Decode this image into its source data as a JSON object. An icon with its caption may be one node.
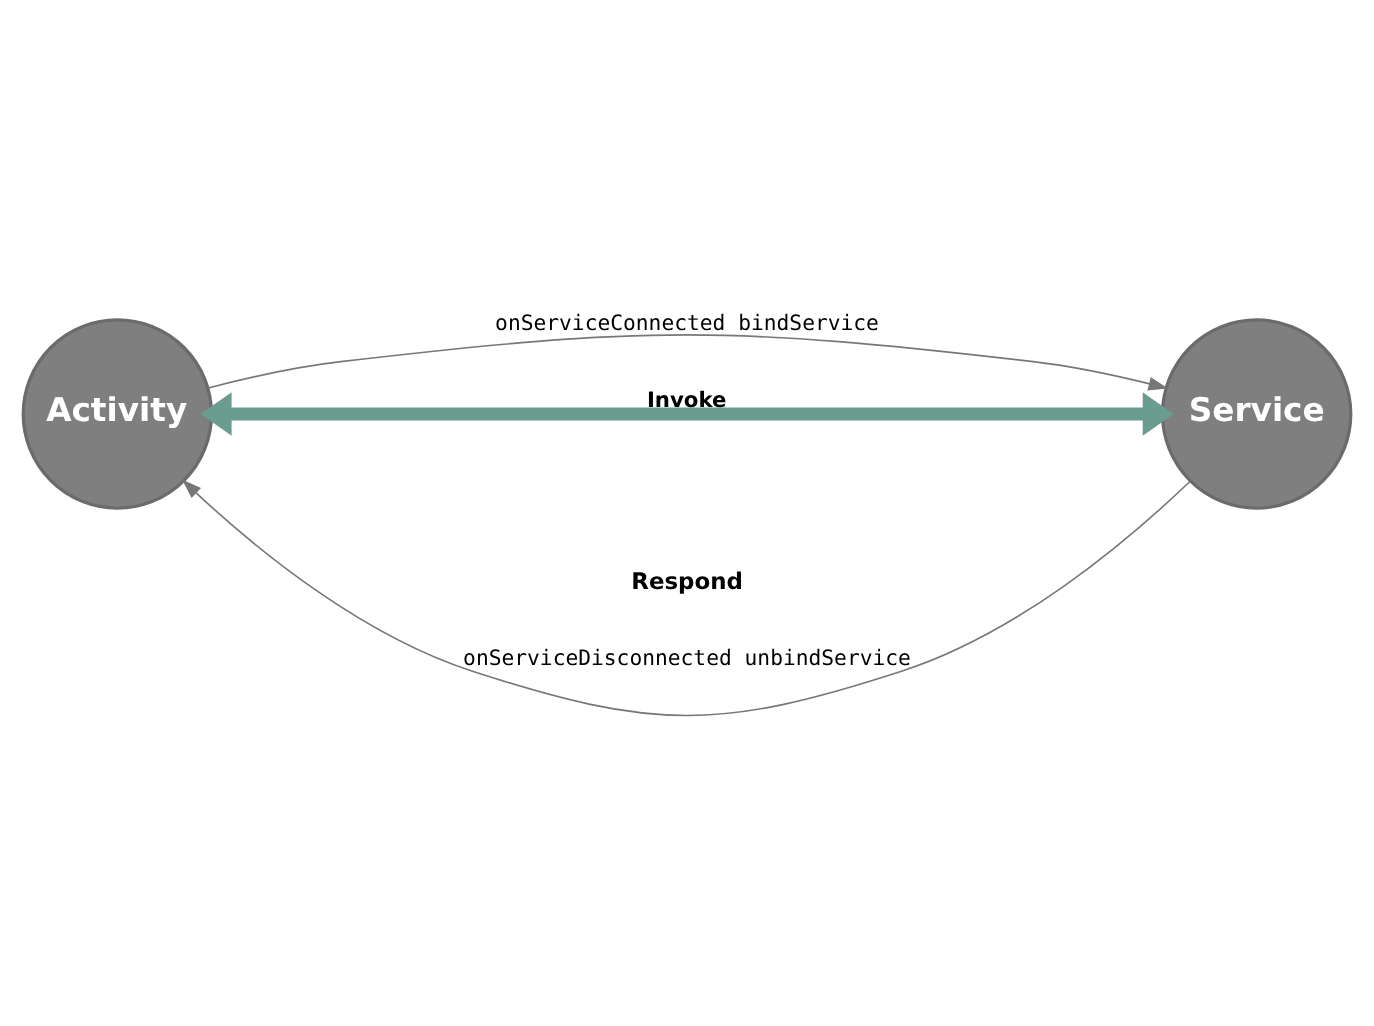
{
  "diagram": {
    "nodes": [
      {
        "text": [
          "Activity"
        ]
      },
      {
        "text": [
          "Service"
        ]
      }
    ],
    "edges": [
      {
        "from": 0,
        "to": 1,
        "arrow": "to",
        "label": "onServiceConnected bindService"
      },
      {
        "from": 0,
        "to": 1,
        "arrow": "both",
        "label": "Invoke",
        "style": "thick",
        "color": "#6a9c8f"
      },
      {
        "from": 1,
        "to": 0,
        "arrow": "to",
        "label": "onServiceDisconnected unbindService"
      }
    ],
    "labels": [
      "Respond"
    ]
  }
}
